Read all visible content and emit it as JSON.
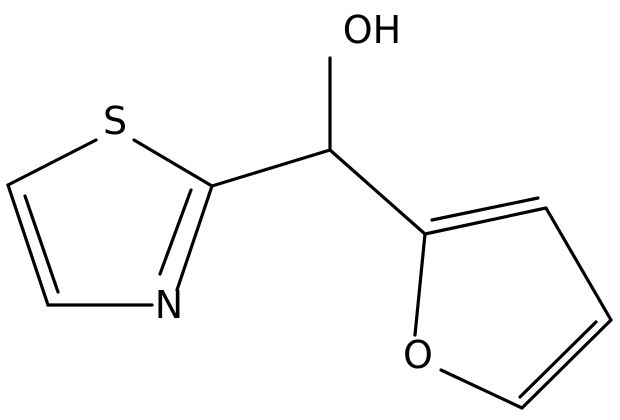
{
  "structure": {
    "atoms": {
      "hydroxyl": "OH",
      "thiazole_sulfur": "S",
      "thiazole_nitrogen": "N",
      "furan_oxygen": "O"
    }
  }
}
